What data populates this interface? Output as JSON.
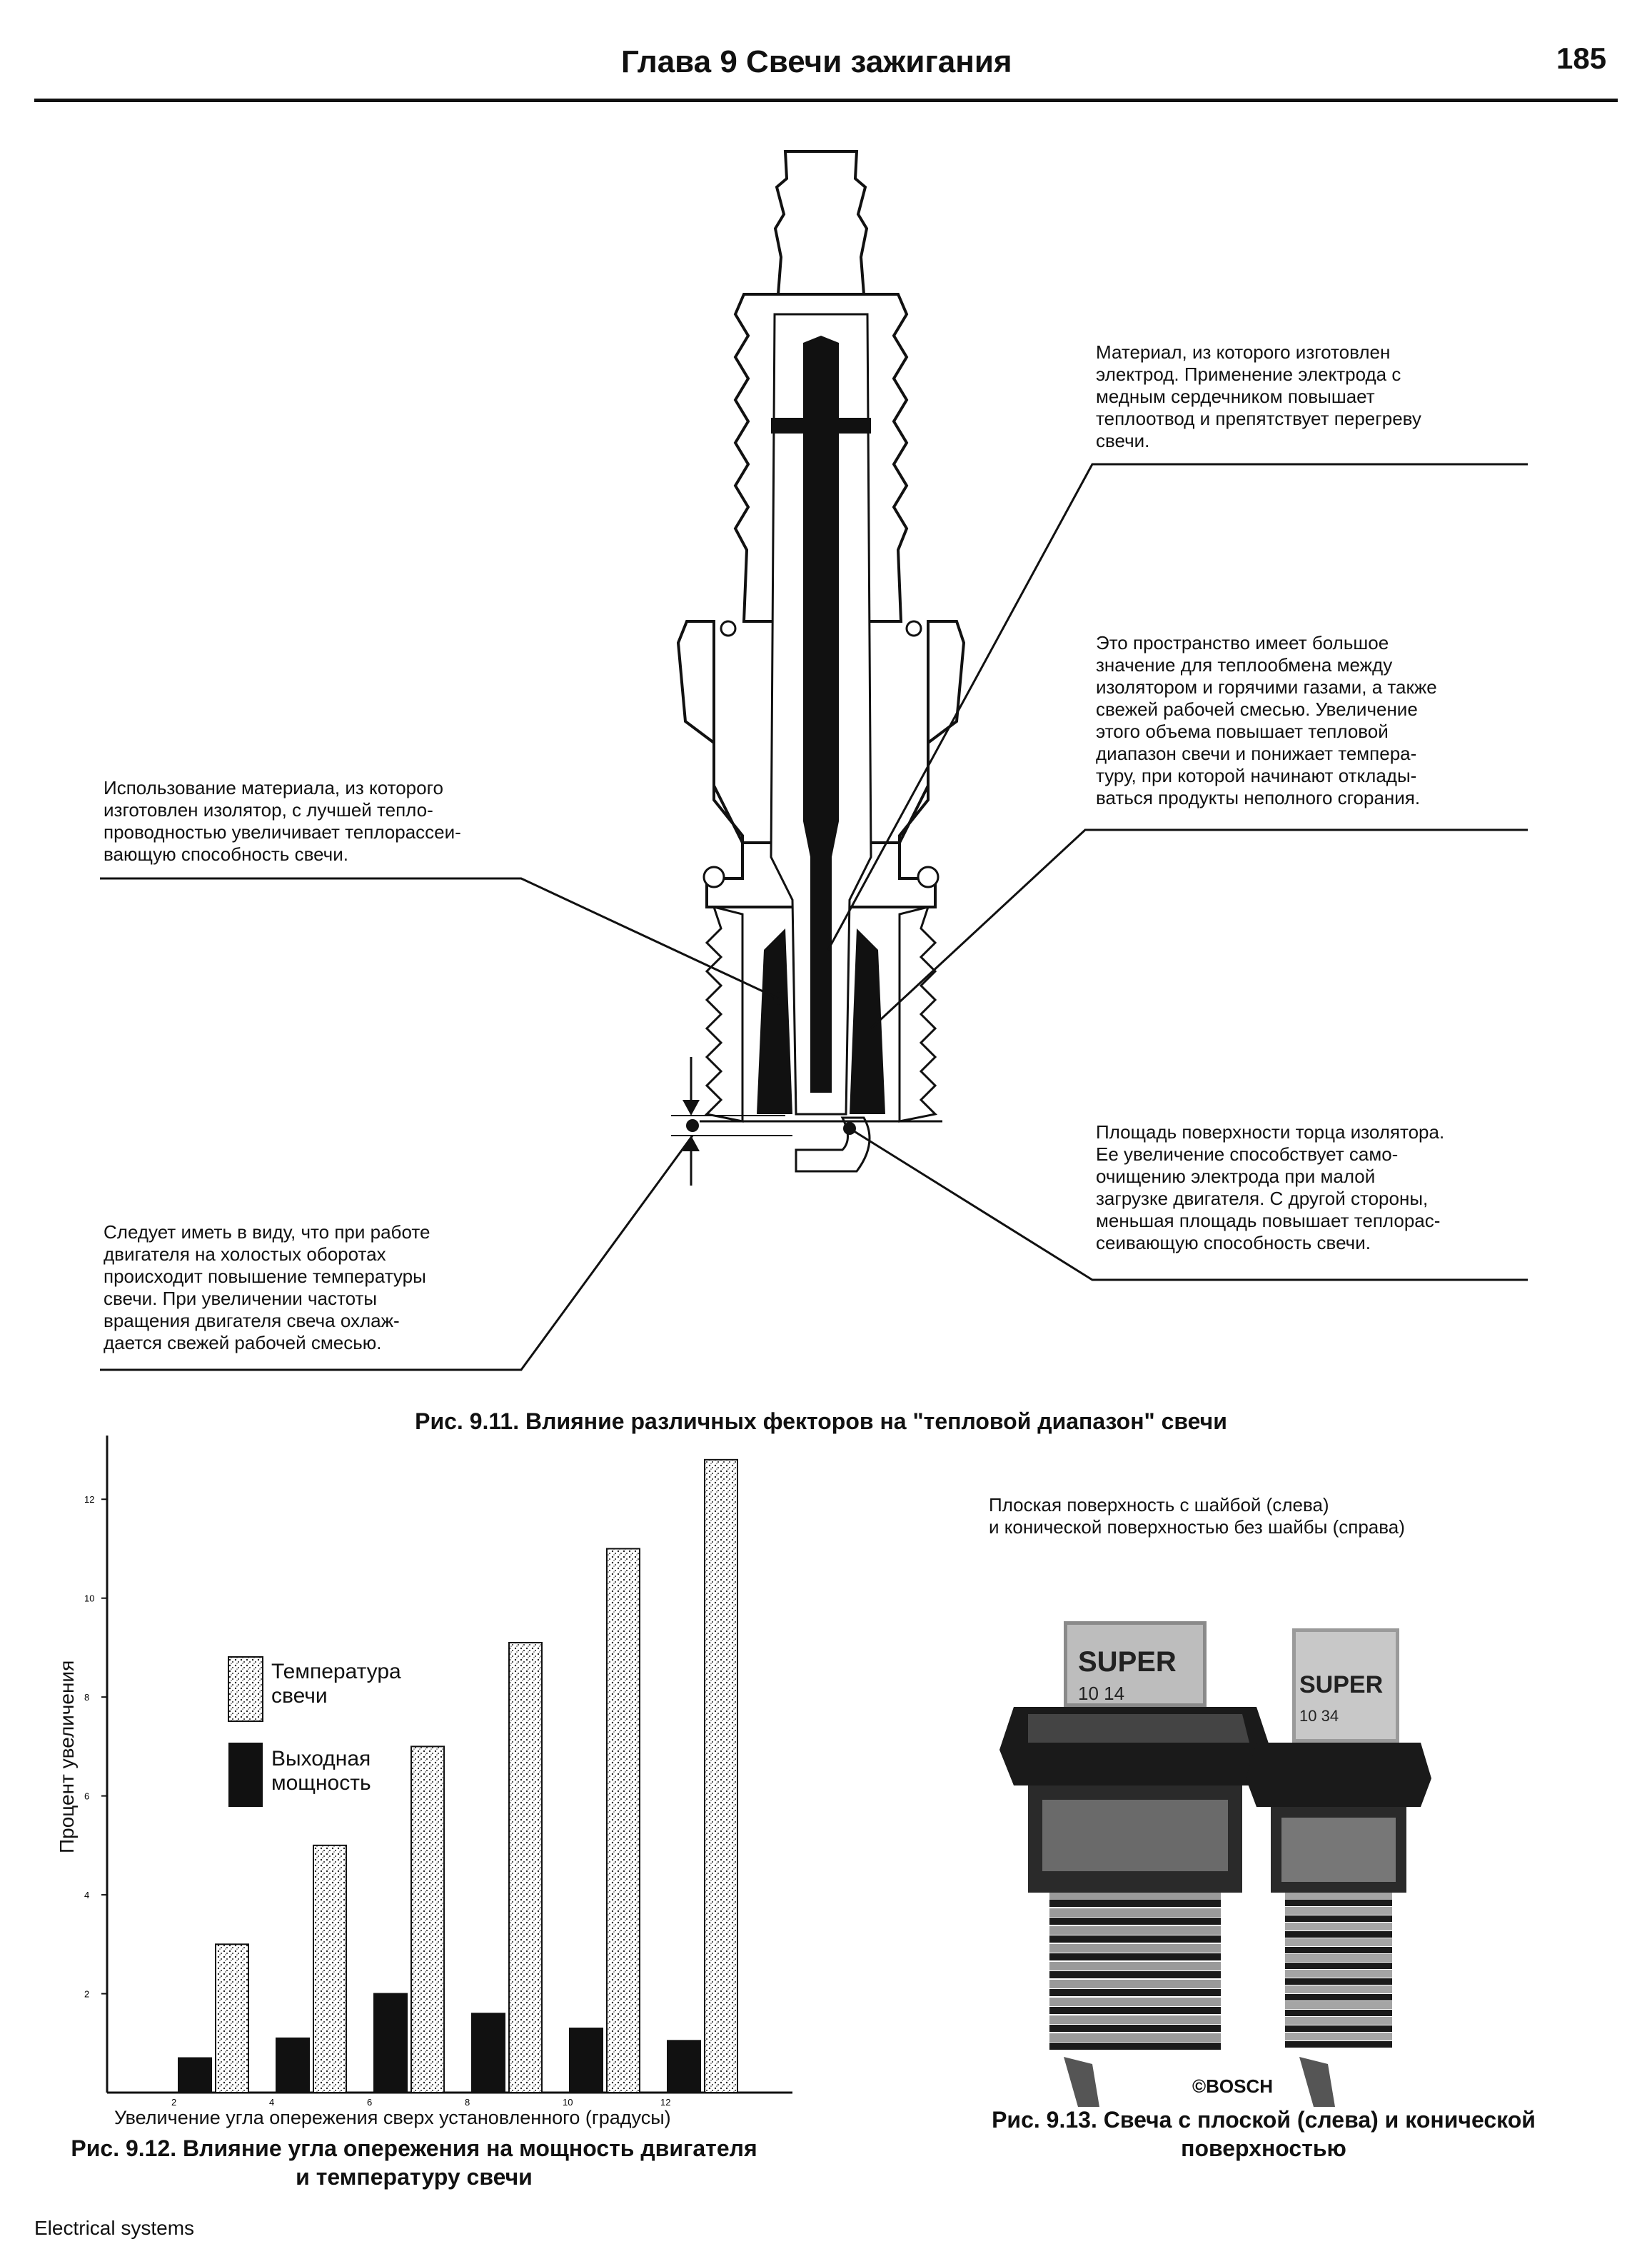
{
  "header": {
    "title": "Глава 9 Свечи зажигания",
    "page_number": "185"
  },
  "figure_9_11": {
    "callout_electrode": "Материал, из которого изготовлен\nэлектрод. Применение электрода с\nмедным сердечником повышает\nтеплоотвод и препятствует перегреву\nсвечи.",
    "callout_space": "Это пространство имеет большое\nзначение для теплообмена между\nизолятором и горячими газами, а также\nсвежей рабочей смесью. Увеличение\nэтого объема повышает тепловой\nдиапазон свечи и понижает темпера-\nтуру, при которой начинают отклады-\nваться продукты неполного сгорания.",
    "callout_insulator": "Использование материала, из которого\nизготовлен изолятор, с лучшей тепло-\nпроводностью увеличивает теплорассеи-\nвающую способность свечи.",
    "callout_surface": "Площадь поверхности торца изолятора.\nЕе увеличение способствует само-\nочищению электрода при малой\nзагрузке двигателя. С другой стороны,\nменьшая площадь повышает теплорас-\nсеивающую способность свечи.",
    "callout_idle": "Следует иметь в виду, что при работе\nдвигателя на холостых оборотах\nпроисходит повышение температуры\nсвечи. При увеличении частоты\nвращения двигателя свеча охлаж-\nдается свежей рабочей смесью.",
    "caption": "Рис. 9.11. Влияние различных фекторов на \"тепловой диапазон\" свечи"
  },
  "chart_data": {
    "type": "bar",
    "title": "",
    "xlabel": "Увеличение угла опережения сверх установленного (градусы)",
    "ylabel": "Процент увеличения",
    "categories": [
      "2",
      "4",
      "6",
      "8",
      "10",
      "12"
    ],
    "x_ticks": [
      "2",
      "4",
      "6",
      "8",
      "10",
      "12"
    ],
    "y_ticks": [
      "2",
      "4",
      "6",
      "8",
      "10",
      "12"
    ],
    "ylim": [
      0,
      13
    ],
    "grid": false,
    "legend_position": "left",
    "series": [
      {
        "name": "Выходная\nмощность",
        "values": [
          0.7,
          1.1,
          2.0,
          1.6,
          1.3,
          1.05
        ],
        "color": "#111111",
        "pattern": "solid"
      },
      {
        "name": "Температура\nсвечи",
        "values": [
          3.0,
          5.0,
          7.0,
          9.1,
          11.0,
          12.8
        ],
        "color": "#d8d8d8",
        "pattern": "stipple"
      }
    ]
  },
  "figure_9_12": {
    "caption": "Рис. 9.12. Влияние угла опережения на мощность двигателя\nи температуру свечи"
  },
  "figure_9_13": {
    "photo_note": "Плоская поверхность с шайбой (слева)\nи конической поверхностью без шайбы (справа)",
    "brand": "©BOSCH",
    "plug_left_label": "SUPER",
    "plug_left_code": "10  14",
    "plug_right_label": "SUPER",
    "plug_right_code": "10  34",
    "caption": "Рис. 9.13. Свеча с плоской (слева) и конической\nповерхностью"
  },
  "footer": {
    "text": "Electrical systems"
  }
}
